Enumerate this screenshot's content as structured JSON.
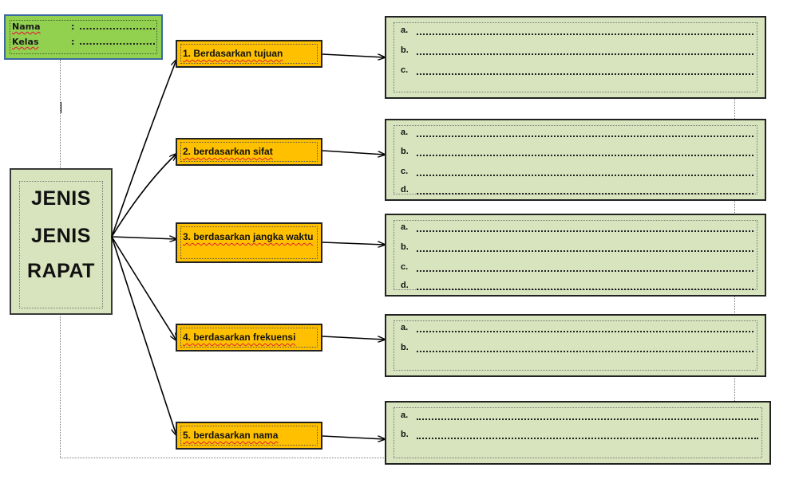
{
  "header": {
    "rows": [
      {
        "label": "Nama",
        "sep": ":",
        "blank": "......................."
      },
      {
        "label": "Kelas",
        "sep": ":",
        "blank": "......................."
      }
    ]
  },
  "main_title": [
    "JENIS",
    "JENIS",
    "RAPAT"
  ],
  "categories": [
    {
      "label": "1. Berdasarkan tujuan"
    },
    {
      "label": "2. berdasarkan sifat"
    },
    {
      "label": "3. berdasarkan jangka waktu"
    },
    {
      "label": "4. berdasarkan frekuensi"
    },
    {
      "label": "5. berdasarkan nama"
    }
  ],
  "answers": [
    {
      "items": [
        "a.",
        "b.",
        "c."
      ]
    },
    {
      "items": [
        "a.",
        "b.",
        "c.",
        "d."
      ]
    },
    {
      "items": [
        "a.",
        "b.",
        "c.",
        "d."
      ]
    },
    {
      "items": [
        "a.",
        "b."
      ]
    },
    {
      "items": [
        "a.",
        "b."
      ]
    }
  ],
  "colors": {
    "header_bg": "#92d050",
    "category_bg": "#ffc000",
    "panel_bg": "#d7e4bd"
  }
}
